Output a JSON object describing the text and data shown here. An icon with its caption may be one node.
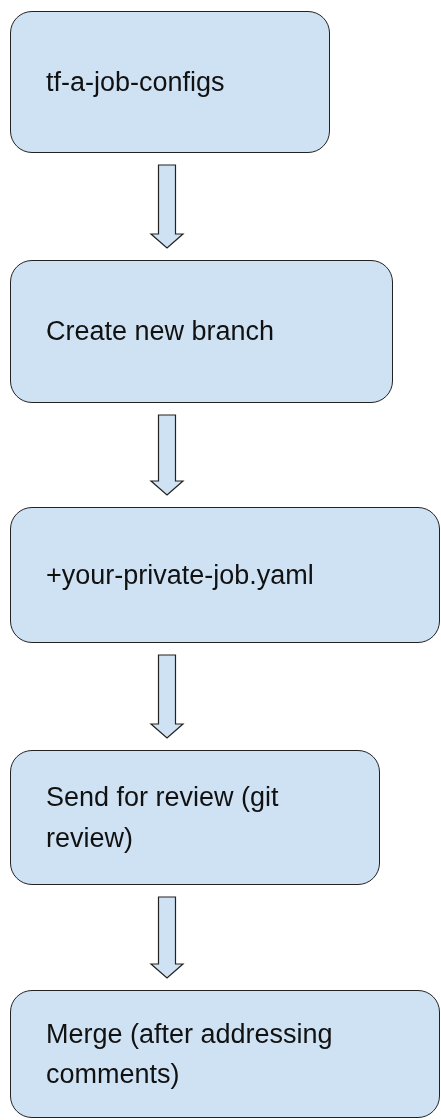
{
  "diagram": {
    "nodes": [
      {
        "text": [
          "tf-a-job-configs"
        ]
      },
      {
        "text": [
          "Create new branch"
        ]
      },
      {
        "text": [
          "+your-private-job.yaml"
        ]
      },
      {
        "text": [
          "Send for review (git review)"
        ]
      },
      {
        "text": [
          "Merge (after addressing comments)"
        ]
      }
    ],
    "edges": [
      {
        "from": 0,
        "to": 1,
        "arrow": "to"
      },
      {
        "from": 1,
        "to": 2,
        "arrow": "to"
      },
      {
        "from": 2,
        "to": 3,
        "arrow": "to"
      },
      {
        "from": 3,
        "to": 4,
        "arrow": "to"
      }
    ]
  }
}
